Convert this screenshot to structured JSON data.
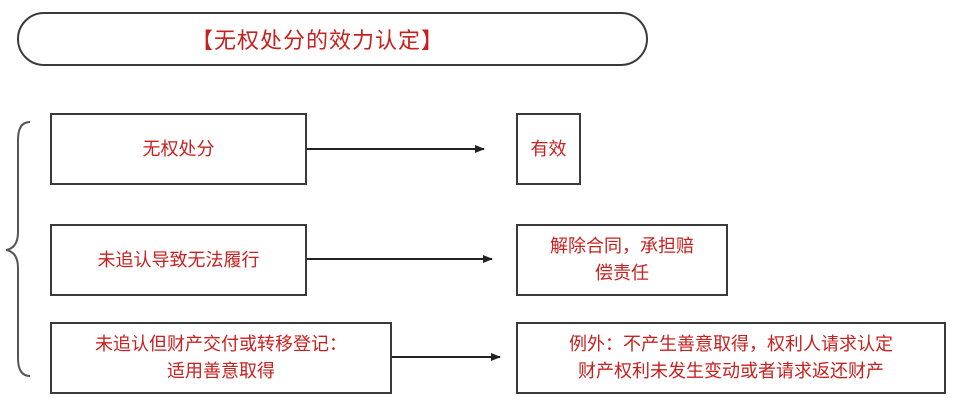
{
  "title": "【无权处分的效力认定】",
  "rows": [
    {
      "left": [
        "无权处分"
      ],
      "right": [
        "有效"
      ]
    },
    {
      "left": [
        "未追认导致无法履行"
      ],
      "right": [
        "解除合同，承担赔",
        "偿责任"
      ]
    },
    {
      "left": [
        "未追认但财产交付或转移登记：",
        "适用善意取得"
      ],
      "right": [
        "例外：不产生善意取得，权利人请求认定",
        "财产权利未发生变动或者请求返还财产"
      ]
    }
  ],
  "colors": {
    "text_accent": "#c8201e",
    "border": "#3a3a3a"
  }
}
